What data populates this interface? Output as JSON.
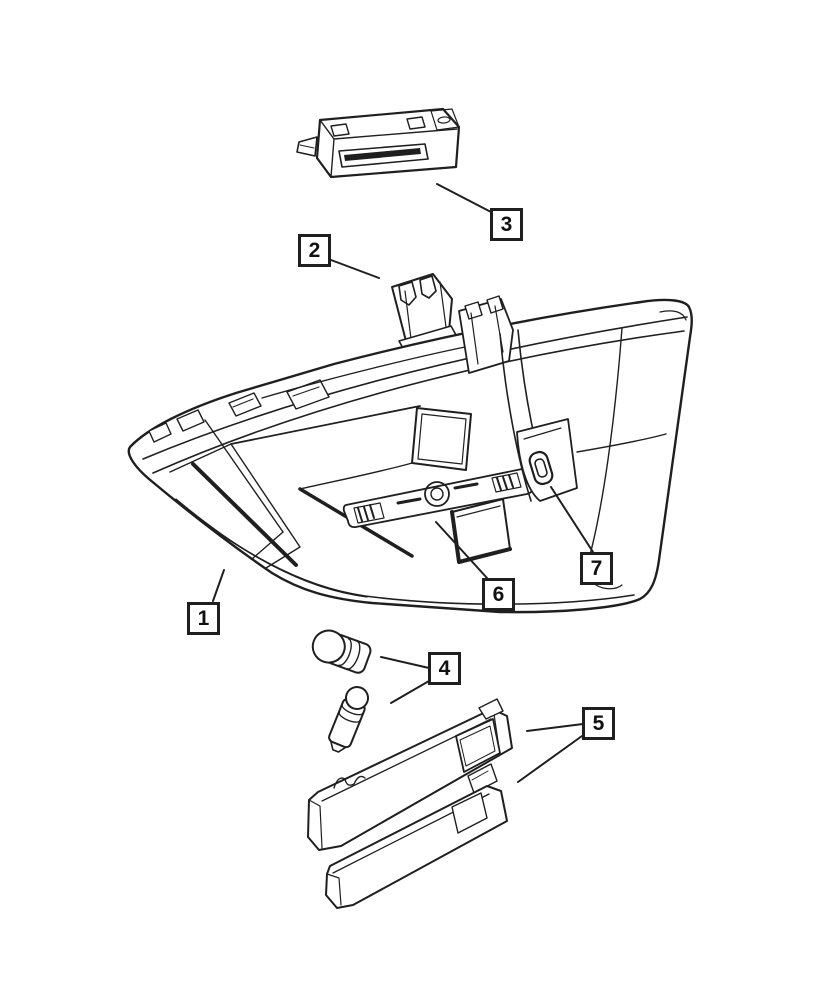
{
  "diagram": {
    "background_color": "#ffffff",
    "line_color": "#1f1f1f",
    "callouts": [
      {
        "label": "1"
      },
      {
        "label": "2"
      },
      {
        "label": "3"
      },
      {
        "label": "4"
      },
      {
        "label": "5"
      },
      {
        "label": "6"
      },
      {
        "label": "7"
      }
    ]
  }
}
